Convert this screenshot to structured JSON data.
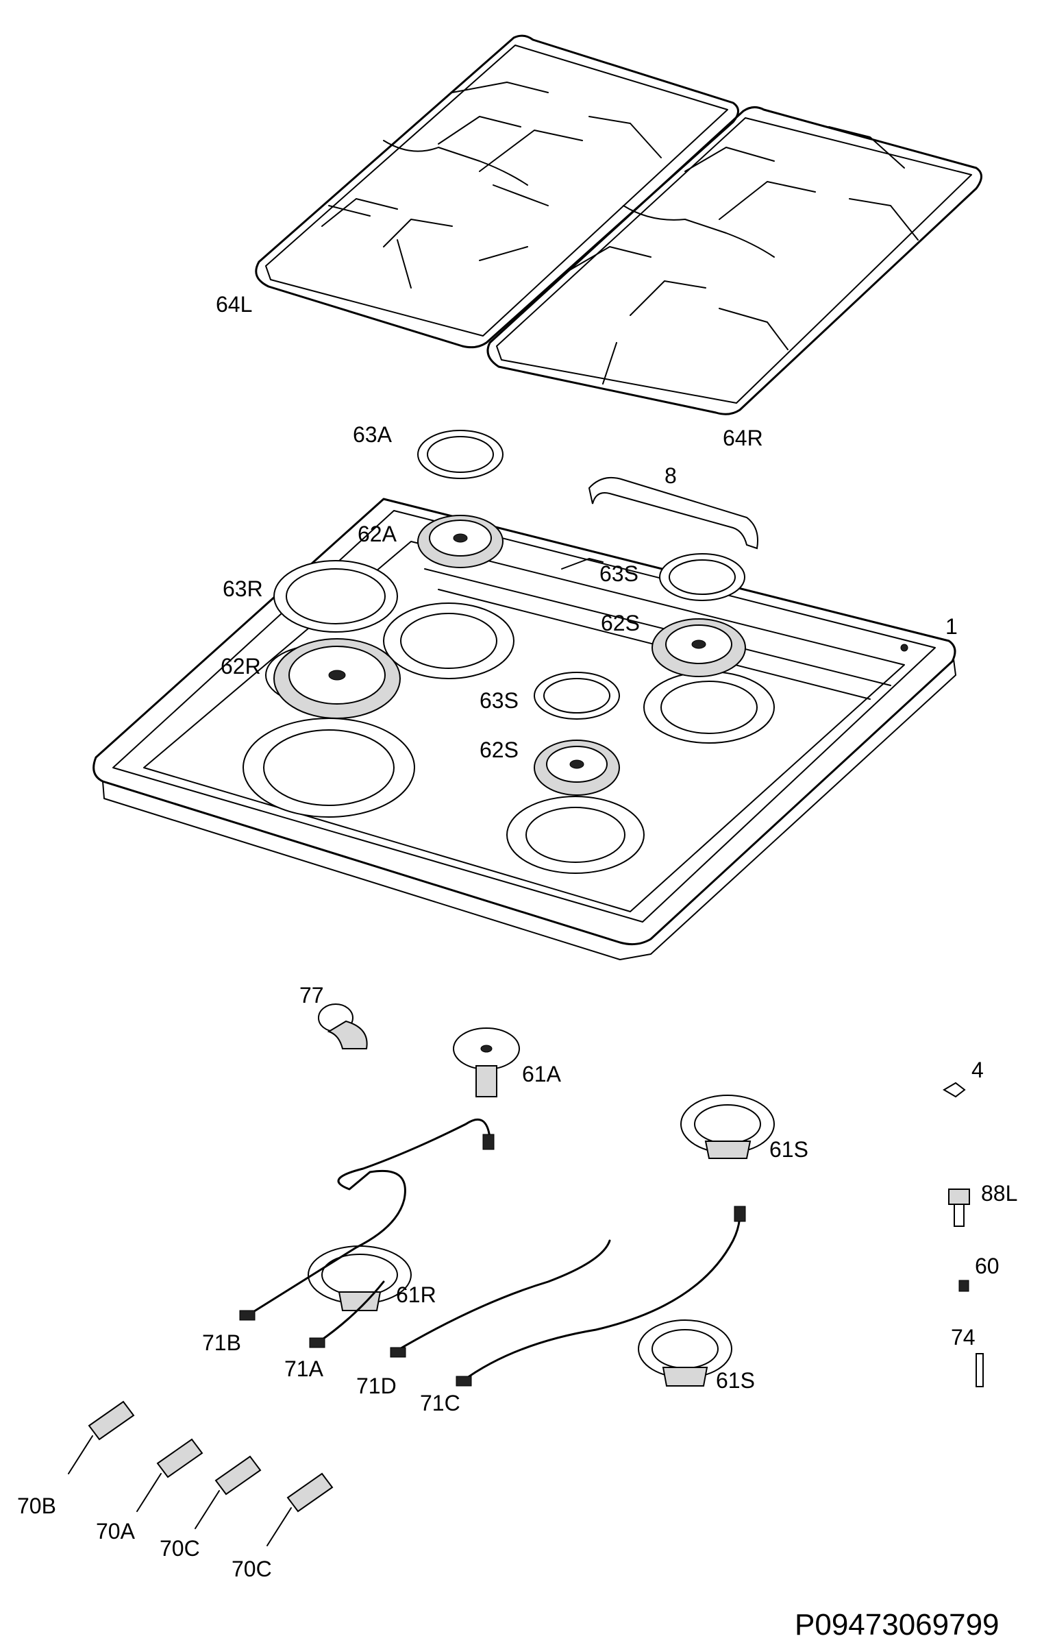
{
  "diagram": {
    "parts": [
      {
        "id": "grate-left",
        "label": "64L"
      },
      {
        "id": "grate-right",
        "label": "64R"
      },
      {
        "id": "cap-aux",
        "label": "63A"
      },
      {
        "id": "clip-8",
        "label": "8"
      },
      {
        "id": "crown-aux",
        "label": "62A"
      },
      {
        "id": "cap-semi-top",
        "label": "63S"
      },
      {
        "id": "cap-rapid",
        "label": "63R"
      },
      {
        "id": "crown-semi-top",
        "label": "62S"
      },
      {
        "id": "hob-1",
        "label": "1"
      },
      {
        "id": "crown-rapid",
        "label": "62R"
      },
      {
        "id": "cap-semi-mid",
        "label": "63S"
      },
      {
        "id": "crown-semi-mid",
        "label": "62S"
      },
      {
        "id": "elbow",
        "label": "77"
      },
      {
        "id": "burner-base-aux",
        "label": "61A"
      },
      {
        "id": "clip-4",
        "label": "4"
      },
      {
        "id": "burner-base-semi-top",
        "label": "61S"
      },
      {
        "id": "fitting-88l",
        "label": "88L"
      },
      {
        "id": "burner-base-rapid",
        "label": "61R"
      },
      {
        "id": "nut-60",
        "label": "60"
      },
      {
        "id": "pipe-71b",
        "label": "71B"
      },
      {
        "id": "pipe-71a",
        "label": "71A"
      },
      {
        "id": "pipe-71d",
        "label": "71D"
      },
      {
        "id": "pipe-71c",
        "label": "71C"
      },
      {
        "id": "thermocouple-74",
        "label": "74"
      },
      {
        "id": "burner-base-semi-bottom",
        "label": "61S"
      },
      {
        "id": "tap-70b",
        "label": "70B"
      },
      {
        "id": "tap-70a",
        "label": "70A"
      },
      {
        "id": "tap-70c-1",
        "label": "70C"
      },
      {
        "id": "tap-70c-2",
        "label": "70C"
      }
    ],
    "document_id": "P09473069799"
  }
}
